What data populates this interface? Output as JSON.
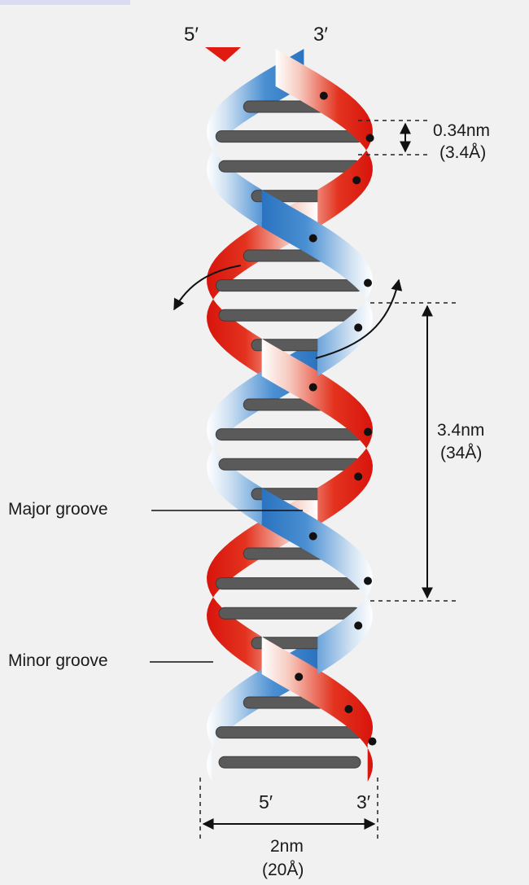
{
  "top_labels": {
    "left_end": "5′",
    "right_end": "3′"
  },
  "bottom_labels": {
    "left_end": "5′",
    "right_end": "3′"
  },
  "rise_per_base": {
    "value": "0.34nm",
    "angstrom": "(3.4Å)"
  },
  "pitch": {
    "value": "3.4nm",
    "angstrom": "(34Å)"
  },
  "diameter": {
    "value": "2nm",
    "angstrom": "(20Å)"
  },
  "grooves": {
    "major": "Major groove",
    "minor": "Minor groove"
  },
  "colors": {
    "red_strand": "#e01b12",
    "blue_strand": "#2e79c4",
    "base_pair": "#5a5a5a",
    "background": "#f2f1f2"
  }
}
